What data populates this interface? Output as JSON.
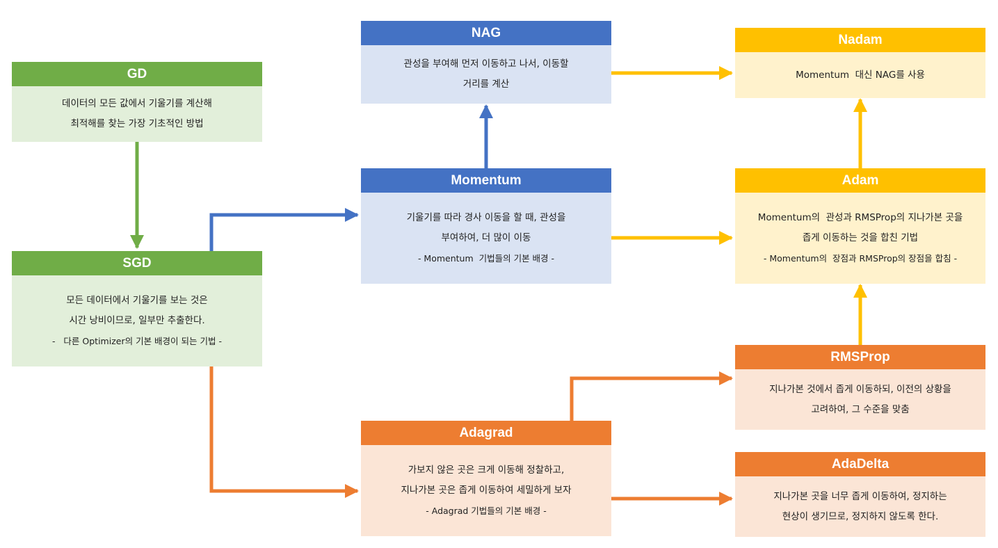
{
  "colors": {
    "green_header": "#70ad47",
    "green_body": "#e2efda",
    "blue_header": "#4472c4",
    "blue_body": "#dae3f3",
    "orange_header": "#ed7d31",
    "orange_body": "#fbe5d6",
    "yellow_header": "#ffc000",
    "yellow_body": "#fff2cc"
  },
  "nodes": {
    "gd": {
      "title": "GD",
      "lines": [
        "데이터의 모든 값에서 기울기를 계산해",
        "최적해를 찾는 가장 기초적인 방법"
      ]
    },
    "sgd": {
      "title": "SGD",
      "lines": [
        "모든 데이터에서 기울기를 보는 것은",
        "시간 낭비이므로, 일부만 추출한다."
      ],
      "note": "-   다른 Optimizer의 기본 배경이 되는 기법 -"
    },
    "nag": {
      "title": "NAG",
      "lines": [
        "관성을 부여해 먼저 이동하고 나서, 이동할",
        "거리를 계산"
      ]
    },
    "momentum": {
      "title": "Momentum",
      "lines": [
        "기울기를 따라 경사 이동을 할 때, 관성을",
        "부여하여, 더 많이 이동"
      ],
      "note": "- Momentum  기법들의 기본 배경 -"
    },
    "adagrad": {
      "title": "Adagrad",
      "lines": [
        "가보지 않은 곳은 크게 이동해 정찰하고,",
        "지나가본 곳은 좁게 이동하여 세밀하게 보자"
      ],
      "note": "- Adagrad 기법들의 기본 배경 -"
    },
    "nadam": {
      "title": "Nadam",
      "lines": [
        "Momentum  대신 NAG를 사용"
      ]
    },
    "adam": {
      "title": "Adam",
      "lines": [
        "Momentum의  관성과 RMSProp의 지나가본 곳을",
        "좁게 이동하는 것을 합친 기법"
      ],
      "note": "- Momentum의  장점과 RMSProp의 장점을 합침 -"
    },
    "rmsprop": {
      "title": "RMSProp",
      "lines": [
        "지나가본 것에서 좁게 이동하되, 이전의 상황을",
        "고려하여, 그 수준을 맞춤"
      ]
    },
    "adadelta": {
      "title": "AdaDelta",
      "lines": [
        "지나가본 곳을 너무 좁게 이동하여, 정지하는",
        "현상이 생기므로, 정지하지 않도록 한다."
      ]
    }
  }
}
